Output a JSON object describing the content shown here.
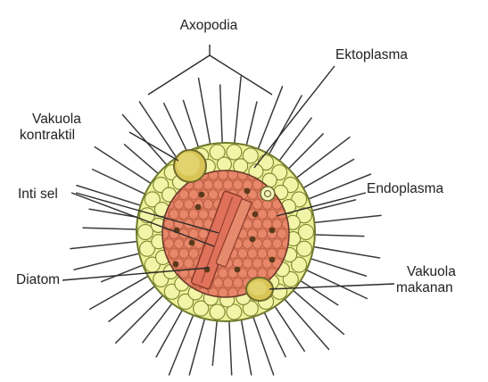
{
  "labels": {
    "axopodia": "Axopodia",
    "ektoplasma": "Ektoplasma",
    "vakuola_kontraktil_line1": "Vakuola",
    "vakuola_kontraktil_line2": "kontraktil",
    "inti_sel": "Inti sel",
    "endoplasma": "Endoplasma",
    "diatom": "Diatom",
    "vakuola_makanan_line1": "Vakuola",
    "vakuola_makanan_line2": "makanan"
  },
  "colors": {
    "ectoplasm": "#eef09a",
    "ectoplasm_outline": "#6f7a2c",
    "endoplasm": "#e07a5a",
    "endoplasm_cell": "#e8876a",
    "nucleus": "#5a3a1a",
    "diatom": "#e0715a",
    "axopodia": "#3a3a3a",
    "leader": "#2a2a2a"
  }
}
